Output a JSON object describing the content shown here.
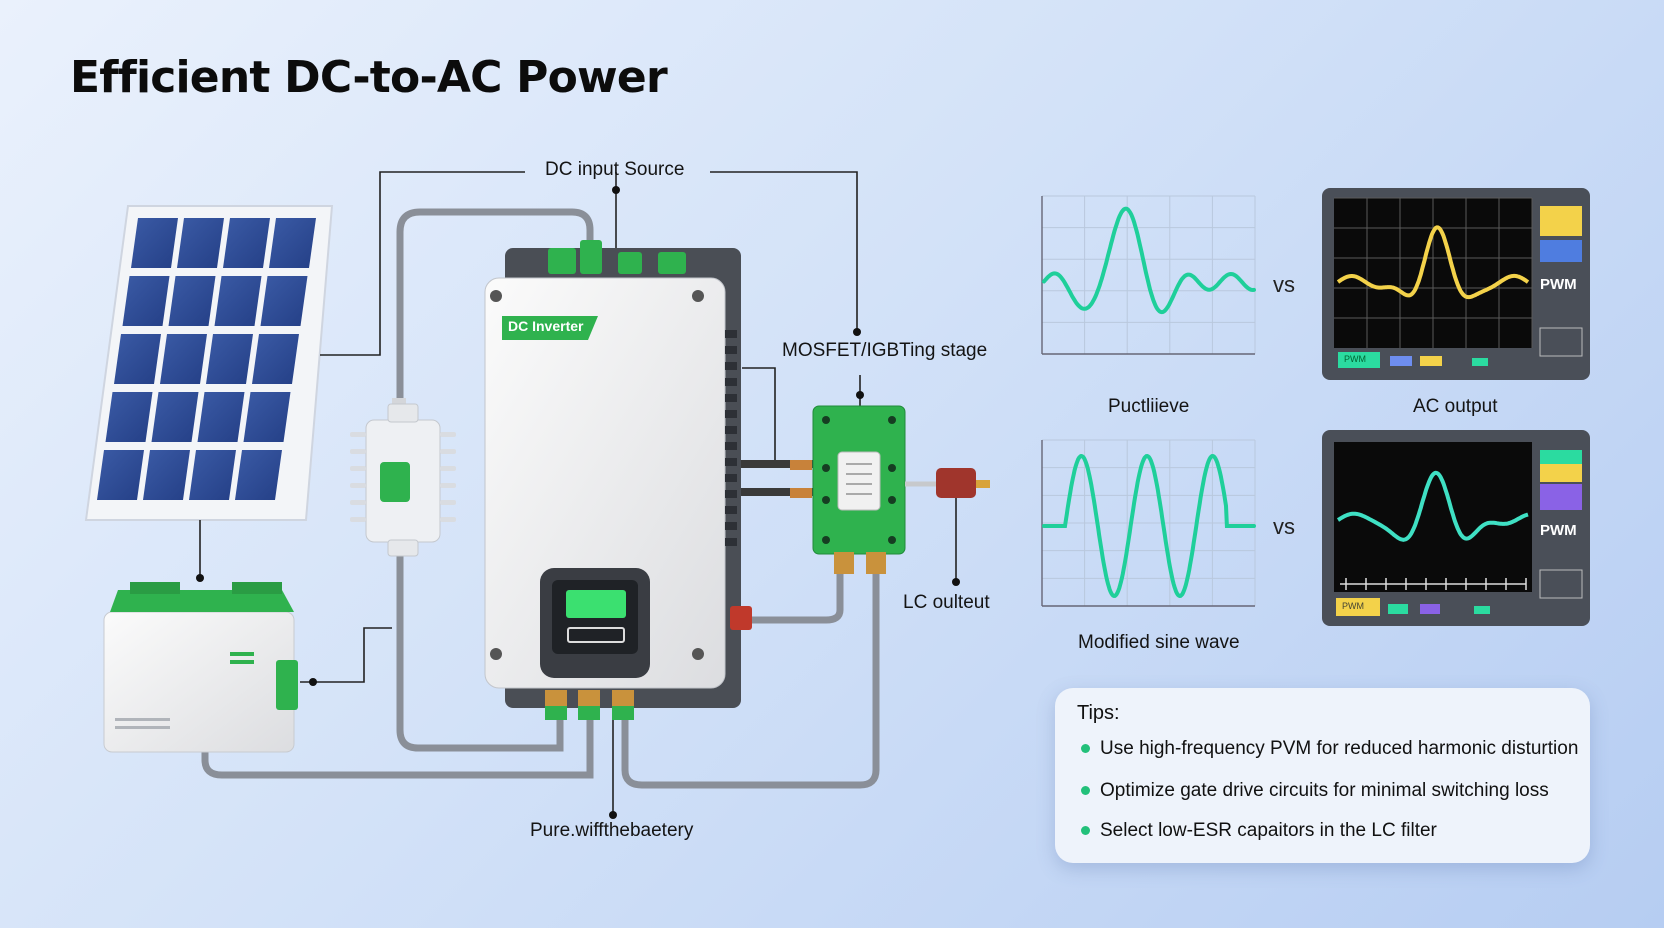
{
  "title": "Efficient DC-to-AC Power",
  "labels": {
    "dc_input_source": "DC input Source",
    "switching_stage": "MOSFET/IGBTing stage",
    "lc_output": "LC oulteut",
    "battery": "Pure.wiffthebaetery",
    "inverter_badge": "DC Inverter"
  },
  "waveforms": {
    "top_caption": "Puctliieve",
    "bottom_caption": "Modified sine wave",
    "vs": "vs",
    "screen_top_caption": "AC output",
    "pwm_label": "PWM",
    "screen_tag": "PWM"
  },
  "tips": {
    "heading": "Tips:",
    "items": [
      "Use high-frequency PVM for reduced harmonic disturtion",
      "Optimize gate drive circuits for minimal switching loss",
      "Select low-ESR capaitors in the LC filter"
    ]
  },
  "colors": {
    "accent_green": "#22b24c",
    "wave_teal": "#1fcf9a",
    "scope_yellow": "#f3d24a",
    "scope_cyan": "#3fe0c4",
    "panel_blue": "#2c4a92"
  }
}
